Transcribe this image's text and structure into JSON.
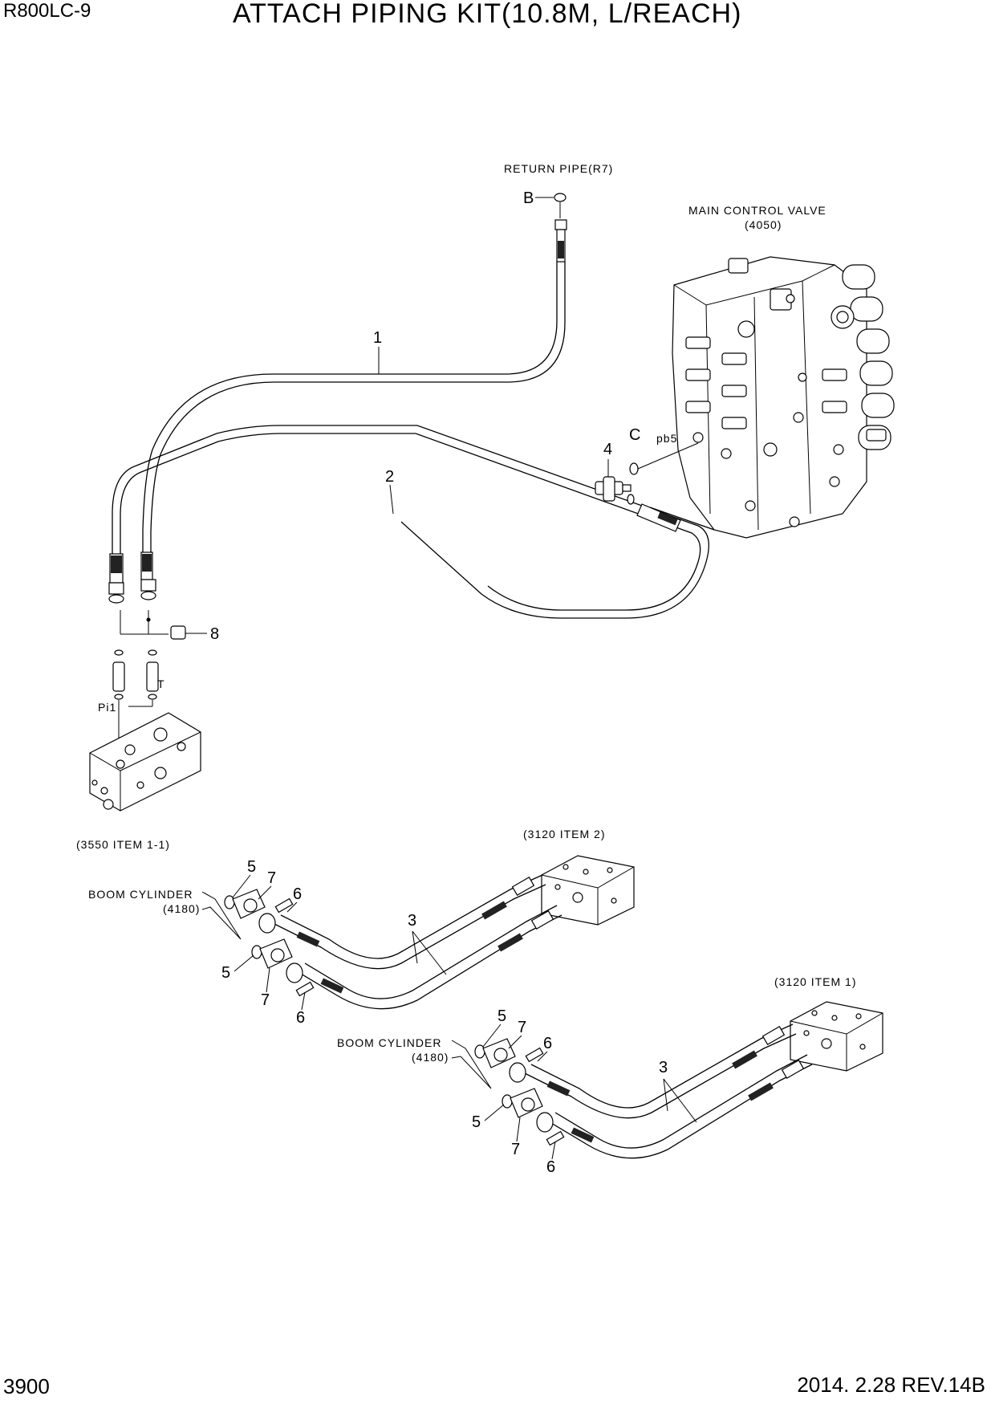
{
  "header": {
    "model": "R800LC-9",
    "title": "ATTACH PIPING KIT(10.8M, L/REACH)"
  },
  "footer": {
    "page": "3900",
    "revision": "2014. 2.28  REV.14B"
  },
  "labels": {
    "return_pipe": "RETURN PIPE(R7)",
    "main_valve": "MAIN CONTROL VALVE",
    "main_valve_ref": "(4050)",
    "port_b": "B",
    "port_c": "C",
    "port_pb5": "pb5",
    "port_t": "T",
    "port_pi1": "Pi1",
    "block_ref": "(3550 ITEM 1-1)",
    "manifold_ref_2": "(3120 ITEM 2)",
    "manifold_ref_1": "(3120 ITEM 1)",
    "boom_cyl_1": "BOOM CYLINDER",
    "boom_cyl_1_ref": "(4180)",
    "boom_cyl_2": "BOOM CYLINDER",
    "boom_cyl_2_ref": "(4180)"
  },
  "callouts": {
    "item1": "1",
    "item2": "2",
    "item3a": "3",
    "item3b": "3",
    "item4": "4",
    "item5a": "5",
    "item5b": "5",
    "item5c": "5",
    "item5d": "5",
    "item6a": "6",
    "item6b": "6",
    "item6c": "6",
    "item6d": "6",
    "item7a": "7",
    "item7b": "7",
    "item7c": "7",
    "item7d": "7",
    "item8": "8"
  }
}
